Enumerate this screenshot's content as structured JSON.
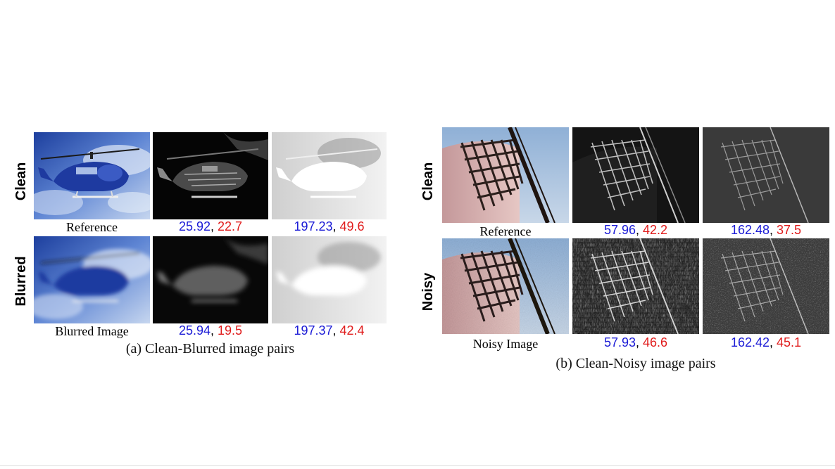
{
  "panel_a": {
    "row_labels": {
      "top": "Clean",
      "bottom": "Blurred"
    },
    "top_captions": {
      "reference": "Reference",
      "metric1": {
        "blue": "25.92",
        "sep": ", ",
        "red": "22.7"
      },
      "metric2": {
        "blue": "197.23",
        "sep": ", ",
        "red": "49.6"
      }
    },
    "bottom_captions": {
      "reference": "Blurred Image",
      "metric1": {
        "blue": "25.94",
        "sep": ", ",
        "red": "19.5"
      },
      "metric2": {
        "blue": "197.37",
        "sep": ", ",
        "red": "42.4"
      }
    },
    "caption": "(a) Clean-Blurred image pairs"
  },
  "panel_b": {
    "row_labels": {
      "top": "Clean",
      "bottom": "Noisy"
    },
    "top_captions": {
      "reference": "Reference",
      "metric1": {
        "blue": "57.96",
        "sep": ", ",
        "red": "42.2"
      },
      "metric2": {
        "blue": "162.48",
        "sep": ", ",
        "red": "37.5"
      }
    },
    "bottom_captions": {
      "reference": "Noisy Image",
      "metric1": {
        "blue": "57.93",
        "sep": ", ",
        "red": "46.6"
      },
      "metric2": {
        "blue": "162.42",
        "sep": ", ",
        "red": "45.1"
      }
    },
    "caption": "(b) Clean-Noisy image pairs"
  },
  "colors": {
    "blue_metric": "#1a1ad6",
    "red_metric": "#e01b1b"
  }
}
